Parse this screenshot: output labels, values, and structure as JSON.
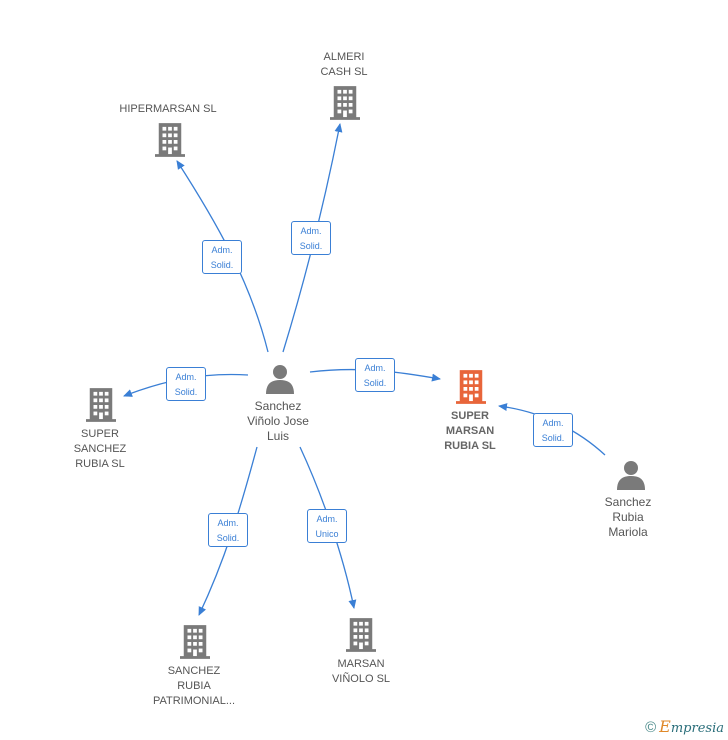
{
  "colors": {
    "edge": "#3a7fd5",
    "company_icon": "#7a7a7a",
    "focus_icon": "#e8653a",
    "person_icon": "#7a7a7a"
  },
  "nodes": {
    "sanchez_vinolo": {
      "line1": "Sanchez",
      "line2": "Viñolo Jose",
      "line3": "Luis"
    },
    "sanchez_rubia_mariola": {
      "line1": "Sanchez",
      "line2": "Rubia",
      "line3": "Mariola"
    },
    "super_marsan": {
      "line1": "SUPER",
      "line2": "MARSAN",
      "line3": "RUBIA  SL"
    },
    "hipermarsan": {
      "line1": "HIPERMARSAN SL"
    },
    "almeri": {
      "line1": "ALMERI",
      "line2": "CASH  SL"
    },
    "super_sanchez": {
      "line1": "SUPER",
      "line2": "SANCHEZ",
      "line3": "RUBIA  SL"
    },
    "sanchez_rubia_patrimonial": {
      "line1": "SANCHEZ",
      "line2": "RUBIA",
      "line3": "PATRIMONIAL..."
    },
    "marsan_vinolo": {
      "line1": "MARSAN",
      "line2": "VIÑOLO SL"
    }
  },
  "edges": {
    "to_hipermarsan": {
      "line1": "Adm.",
      "line2": "Solid."
    },
    "to_almeri": {
      "line1": "Adm.",
      "line2": "Solid."
    },
    "to_super_sanchez": {
      "line1": "Adm.",
      "line2": "Solid."
    },
    "to_super_marsan": {
      "line1": "Adm.",
      "line2": "Solid."
    },
    "mariola_to_super_marsan": {
      "line1": "Adm.",
      "line2": "Solid."
    },
    "to_patrimonial": {
      "line1": "Adm.",
      "line2": "Solid."
    },
    "to_marsan_vinolo": {
      "line1": "Adm.",
      "line2": "Unico"
    }
  },
  "footer": {
    "copyright": "©",
    "brand_initial": "E",
    "brand_rest": "mpresia"
  }
}
